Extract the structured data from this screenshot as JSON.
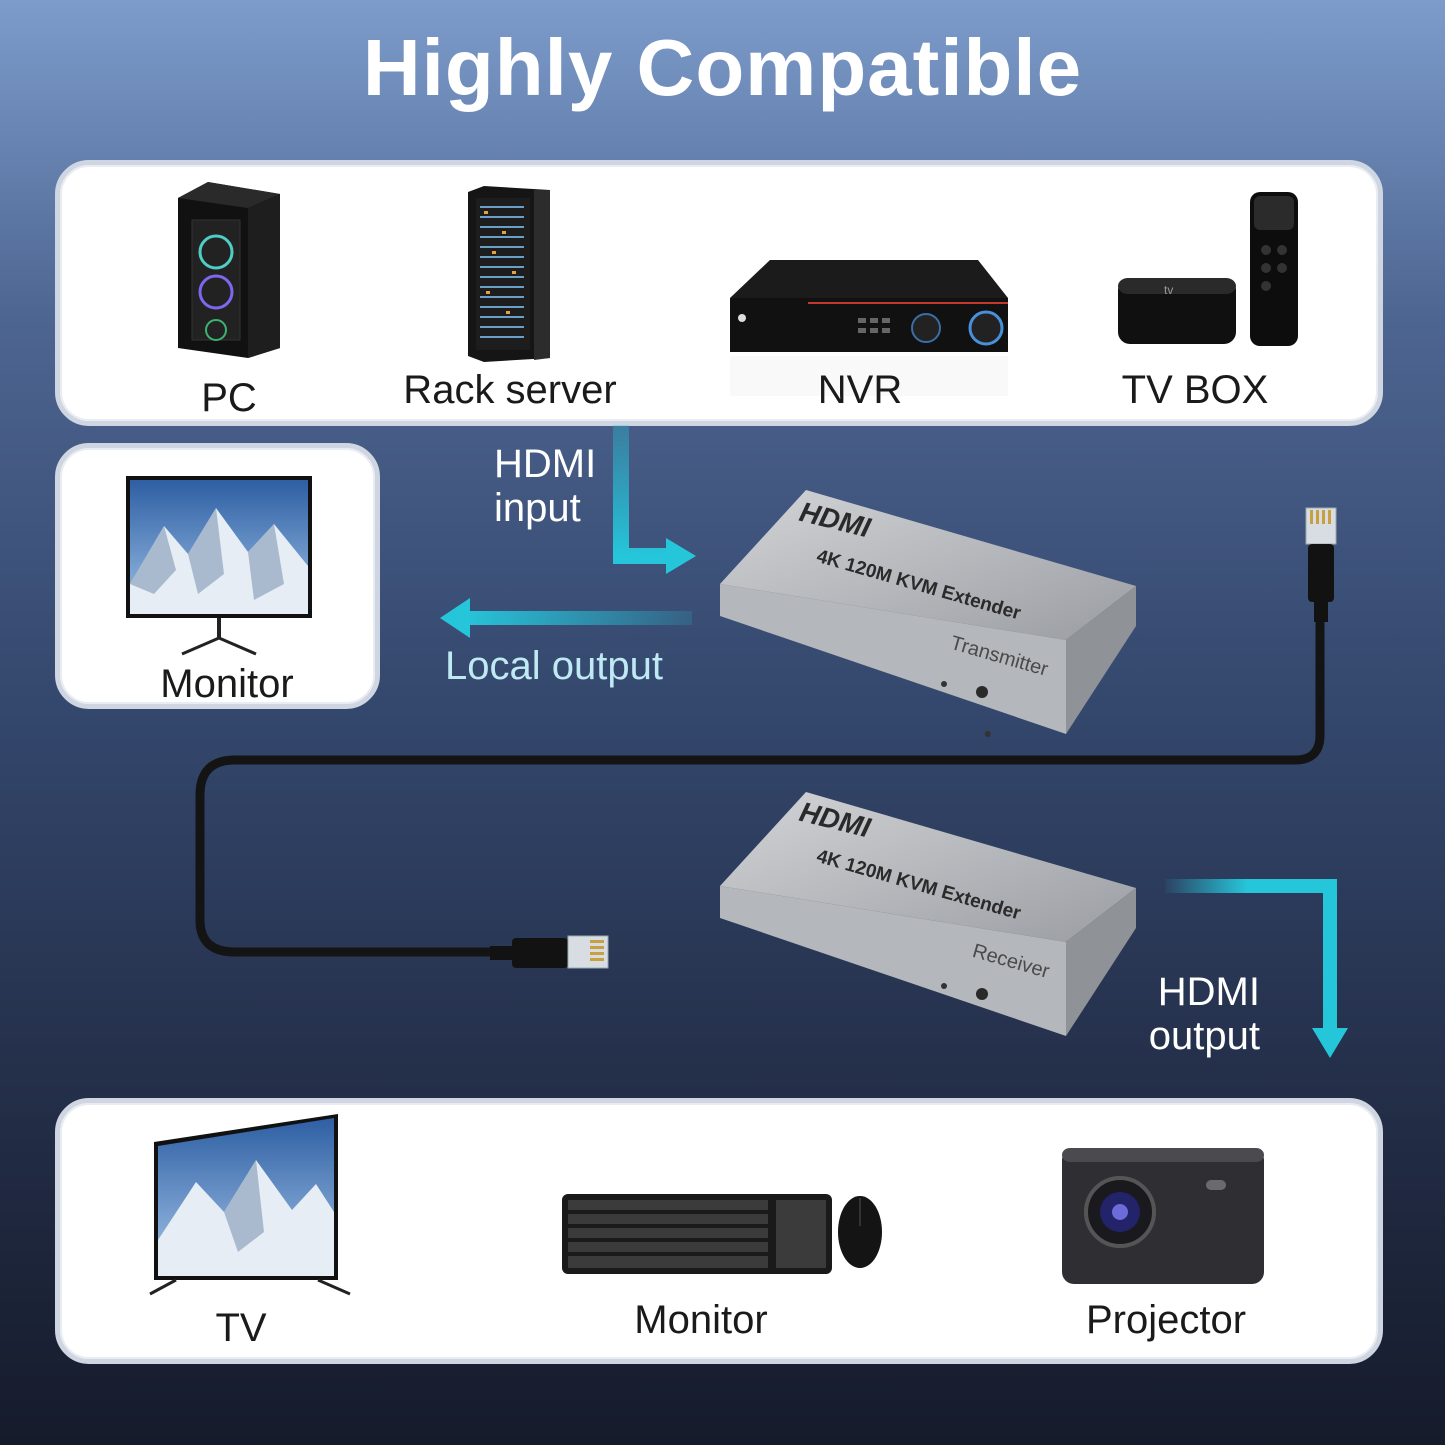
{
  "header": {
    "title": "Highly Compatible"
  },
  "sources": {
    "pc": {
      "label": "PC",
      "icon": "pc-tower-icon"
    },
    "rack_server": {
      "label": "Rack server",
      "icon": "rack-server-icon"
    },
    "nvr": {
      "label": "NVR",
      "icon": "nvr-recorder-icon"
    },
    "tv_box": {
      "label": "TV BOX",
      "icon": "tv-box-icon"
    }
  },
  "local": {
    "monitor": {
      "label": "Monitor",
      "icon": "monitor-icon"
    }
  },
  "flow": {
    "hdmi_input": [
      "HDMI",
      "input"
    ],
    "local_output": "Local output",
    "hdmi_output": [
      "HDMI",
      "output"
    ]
  },
  "transmitter": {
    "brand": "HDMI",
    "model": "4K 120M KVM Extender",
    "role": "Transmitter"
  },
  "receiver": {
    "brand": "HDMI",
    "model": "4K 120M KVM Extender",
    "role": "Receiver"
  },
  "outputs": {
    "tv": {
      "label": "TV",
      "icon": "tv-icon"
    },
    "monitor": {
      "label": "Monitor",
      "icon": "keyboard-mouse-icon"
    },
    "projector": {
      "label": "Projector",
      "icon": "projector-icon"
    }
  },
  "colors": {
    "accent": "#26c6da",
    "accent_label": "#bfeaf3",
    "panel_border": "#cfd6e2"
  }
}
